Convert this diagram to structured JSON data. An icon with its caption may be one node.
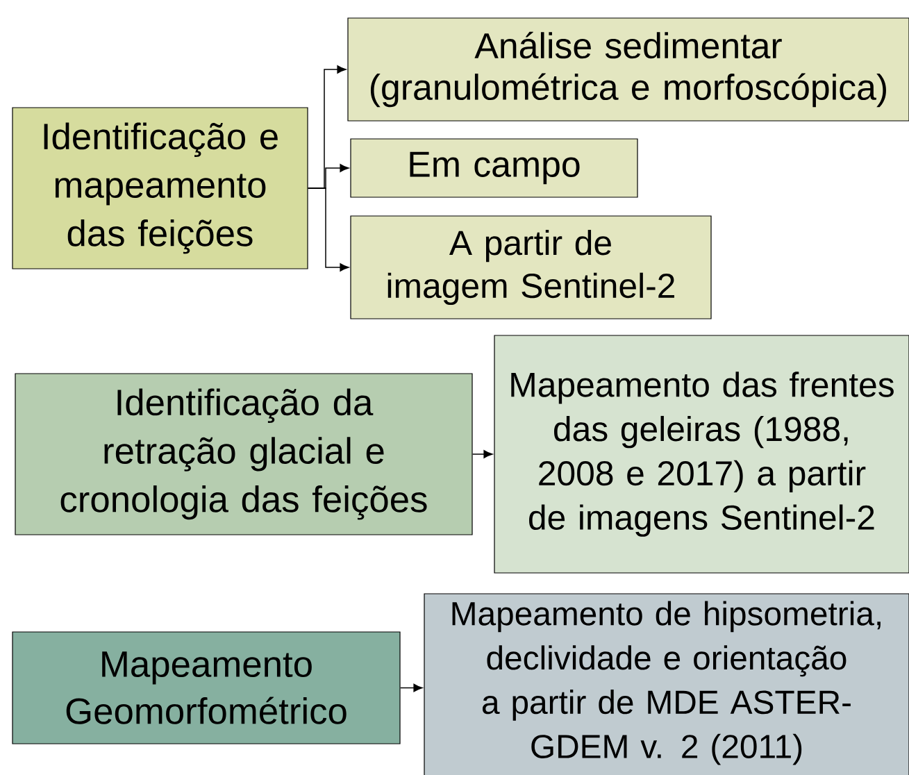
{
  "diagram": {
    "nodes": [
      {
        "text": [
          "Identificação e mapeamento das feições"
        ]
      },
      {
        "text": [
          "Análise sedimentar (granulométrica e morfoscópica)"
        ]
      },
      {
        "text": [
          "Em campo"
        ]
      },
      {
        "text": [
          "A partir de imagem Sentinel-2"
        ]
      },
      {
        "text": [
          "Identificação da retração glacial e cronologia das feições"
        ]
      },
      {
        "text": [
          "Mapeamento das frentes das geleiras (1988, 2008 e 2017) a partir de imagens Sentinel-2"
        ]
      },
      {
        "text": [
          "Mapeamento Geomorfométrico"
        ]
      },
      {
        "text": [
          "Mapeamento de hipsometria, declividade e orientação a partir de MDE ASTER-GDEM v. 2 (2011)"
        ]
      }
    ],
    "edges": [
      {
        "from": 0,
        "to": 1,
        "arrow": "to"
      },
      {
        "from": 0,
        "to": 2,
        "arrow": "to"
      },
      {
        "from": 0,
        "to": 3,
        "arrow": "to"
      },
      {
        "from": 4,
        "to": 5,
        "arrow": "to"
      },
      {
        "from": 6,
        "to": 7,
        "arrow": "to"
      }
    ]
  }
}
